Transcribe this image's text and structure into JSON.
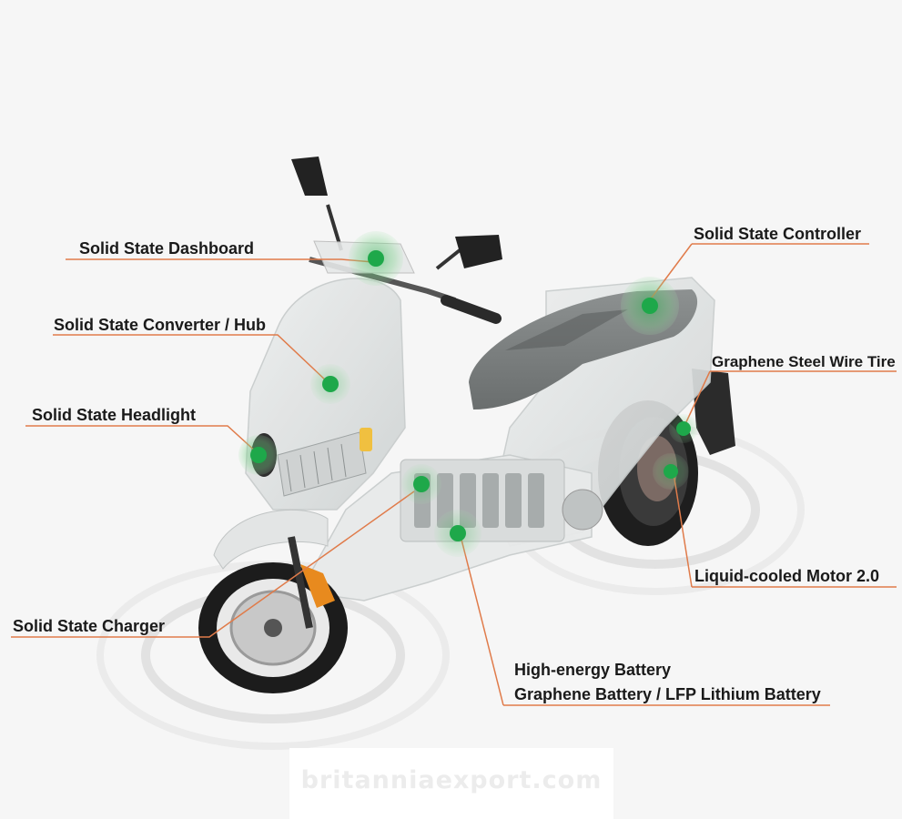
{
  "colors": {
    "leader_line": "#e07b4a",
    "hotspot": "#1ea84a",
    "hotspot_halo": "#6fcf7e",
    "body_ghost": "#e3e6e6",
    "tire": "#1c1c1c",
    "caliper": "#e88a1e"
  },
  "labels": {
    "dashboard": "Solid State Dashboard",
    "converter": "Solid State Converter / Hub",
    "headlight": "Solid State Headlight",
    "charger": "Solid State Charger",
    "controller": "Solid State Controller",
    "tire": "Graphene Steel Wire Tire",
    "motor": "Liquid-cooled Motor 2.0",
    "battery_line1": "High-energy Battery",
    "battery_line2": "Graphene Battery / LFP Lithium Battery"
  },
  "watermark": "britanniaexport.com"
}
